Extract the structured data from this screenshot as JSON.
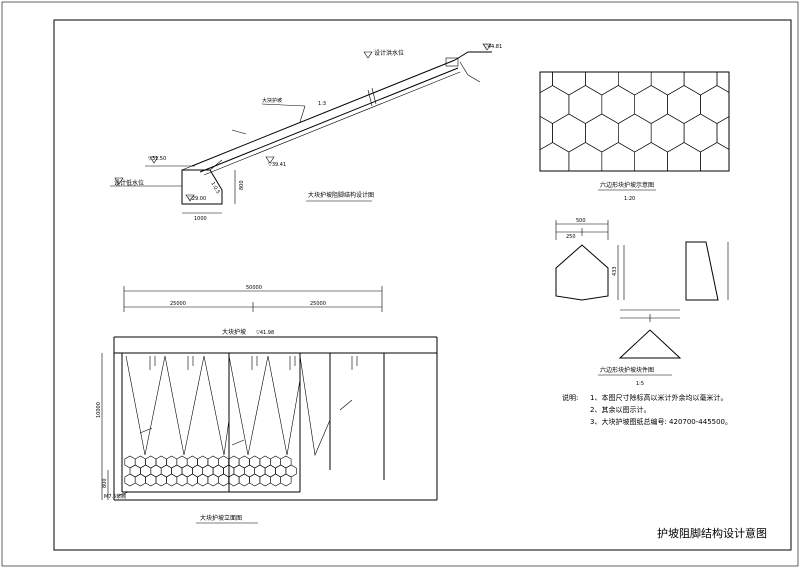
{
  "sheet": {
    "title": "护坡阻脚结构设计意图"
  },
  "section_view": {
    "title": "大块护坡阻脚结构设计图",
    "water_level_1": "设计洪水位",
    "elev_top": "▽44.81",
    "elev_mid": "▽39.41",
    "elev_left": "▽31.50",
    "water_level_2": "设计低水位",
    "elev_bottom": "▽29.00",
    "slope_ratio": "1:3",
    "slope_ratio_small": "1:0.5",
    "layer_label": "大块护坡",
    "dim_height": "800",
    "dim_width": "1000"
  },
  "plan_view": {
    "title": "六边形块护坡示意图",
    "scale": "1:20"
  },
  "block_details": {
    "title": "六边形块护坡块件图",
    "scale": "1:5",
    "dim_a": "500",
    "dim_b": "250",
    "dim_h": "433"
  },
  "elevation_view": {
    "title": "大块护坡立面图",
    "top_label": "大块护坡",
    "top_elev": "▽41.98",
    "dim_total": "50000",
    "dim_part1": "25000",
    "dim_part2": "25000",
    "dim_height": "10000",
    "dim_small": "800",
    "base_label": "M7.5浆砌"
  },
  "notes": {
    "title": "说明:",
    "items": [
      "1、本图尺寸除标高以米计外余均以毫米计。",
      "2、其余以图示计。",
      "3、大块护坡图纸总编号: 420700-445500。"
    ]
  }
}
